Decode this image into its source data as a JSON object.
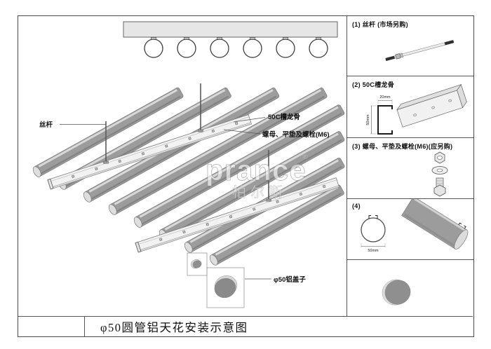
{
  "title_block": {
    "title": "φ50圆管铝天花安装示意图"
  },
  "watermark": {
    "brand": "prance",
    "reg": "®",
    "cn": "柏尔斯"
  },
  "main_diagram": {
    "labels": {
      "rod": "丝杆",
      "carrier": "50C槽龙骨",
      "fastener": "螺母、平垫及螺栓(M6)",
      "cap": "φ50铝盖子"
    }
  },
  "parts_panel": {
    "items": [
      {
        "header": "(1) 丝杆 (市场另购)"
      },
      {
        "header": "(2) 50C槽龙骨",
        "dim_top": "20mm",
        "dim_side": "50mm"
      },
      {
        "header": "(3) 螺母、平垫及螺栓(M6)(应另购)"
      },
      {
        "header": "(4)",
        "dim_diameter": "50mm"
      },
      {
        "header": ""
      }
    ]
  }
}
